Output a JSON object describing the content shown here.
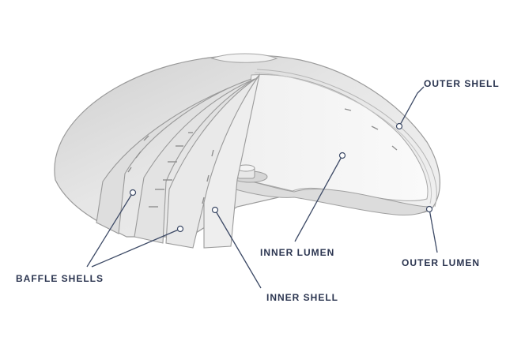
{
  "labels": {
    "outer_shell": "OUTER SHELL",
    "inner_lumen": "INNER LUMEN",
    "outer_lumen": "OUTER LUMEN",
    "baffle_shells": "BAFFLE SHELLS",
    "inner_shell": "INNER SHELL"
  },
  "colors": {
    "label_text": "#2b3550",
    "leader_line": "#3d4a66",
    "shell_fill": "#e4e4e4",
    "shell_shadow": "#c9c9c9",
    "outline": "#9a9a9a",
    "highlight": "#f7f7f7"
  }
}
